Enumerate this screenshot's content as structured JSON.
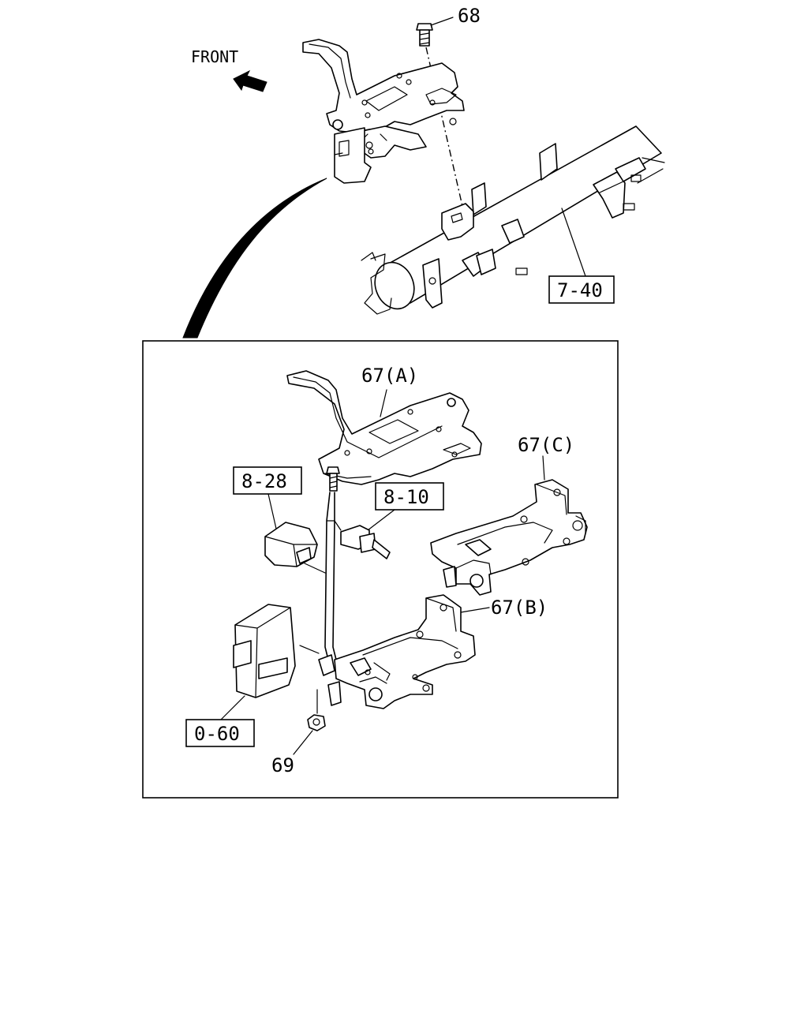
{
  "direction": {
    "label": "FRONT"
  },
  "callouts": {
    "bolt": "68",
    "crossmember_ref": "7-40",
    "bracket_a": "67(A)",
    "bracket_b": "67(B)",
    "bracket_c": "67(C)",
    "relay_ref": "8-28",
    "connector_ref": "8-10",
    "control_unit_ref": "0-60",
    "nut": "69"
  },
  "colors": {
    "line": "#000000",
    "background": "#ffffff"
  }
}
